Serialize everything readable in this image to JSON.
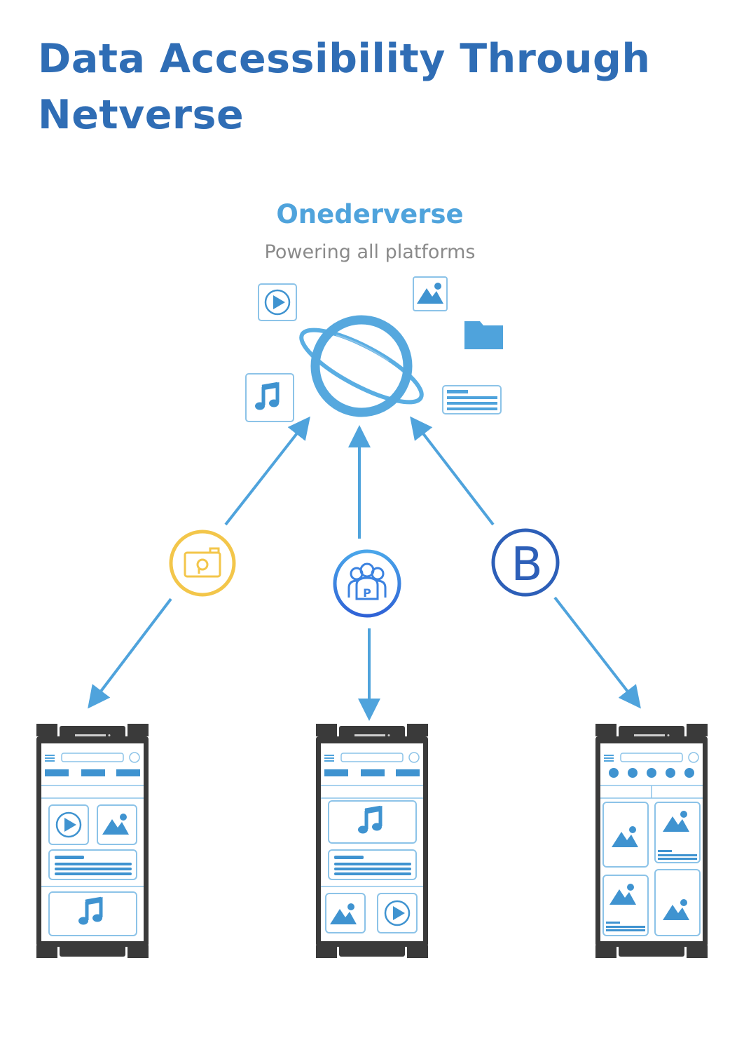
{
  "title": "Data Accessibility Through Netverse",
  "hub": {
    "name": "Onederverse",
    "tagline": "Powering all platforms",
    "icon": "planet-icon"
  },
  "content_types": [
    "video-icon",
    "image-icon",
    "folder-icon",
    "music-icon",
    "text-card-icon"
  ],
  "platforms": [
    {
      "icon": "camera-icon",
      "color": "#f3c64a"
    },
    {
      "icon": "people-p-icon",
      "label": "P",
      "color": "#3b82e0"
    },
    {
      "icon": "b-letter-icon",
      "label": "B",
      "color": "#2d5fb8"
    }
  ],
  "colors": {
    "title": "#2f6db5",
    "accent": "#4fa3dc",
    "phone": "#3a3a3a"
  }
}
